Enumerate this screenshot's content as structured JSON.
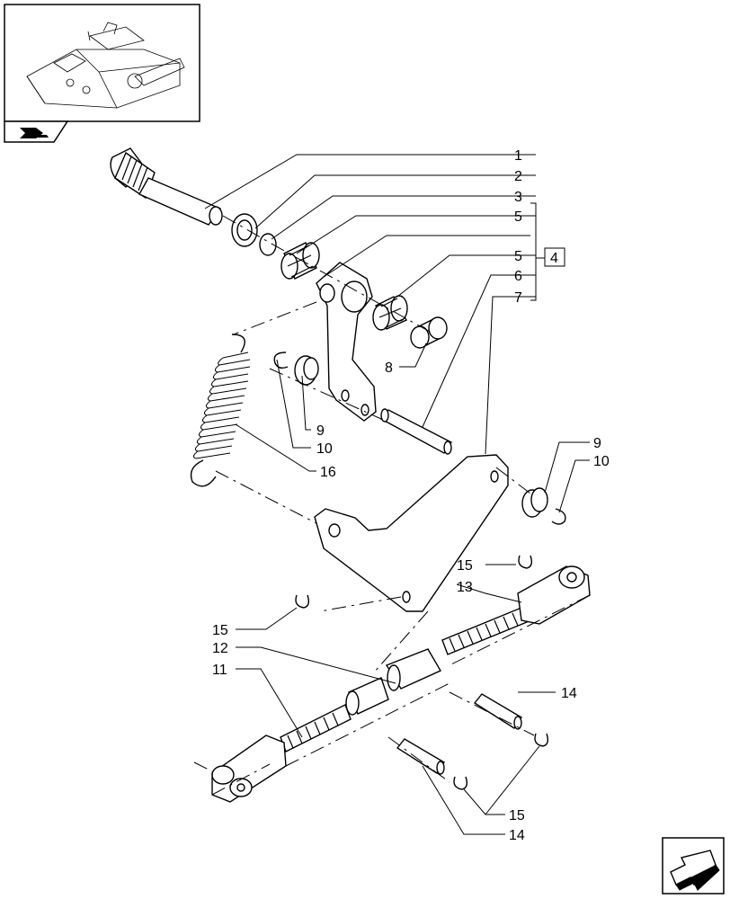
{
  "callouts": {
    "c1": "1",
    "c2": "2",
    "c3": "3",
    "c5a": "5",
    "c5b": "5",
    "c6": "6",
    "c7": "7",
    "c4": "4",
    "c8": "8",
    "c9a": "9",
    "c10a": "10",
    "c16": "16",
    "c9b": "9",
    "c10b": "10",
    "c15a": "15",
    "c13": "13",
    "c15b": "15",
    "c12": "12",
    "c11": "11",
    "c14a": "14",
    "c15c": "15",
    "c14b": "14"
  },
  "icons": {
    "thumbnail": "assembly-thumbnail-icon",
    "nav_small": "book-arrow-icon",
    "nav_next": "next-page-arrow-icon"
  }
}
